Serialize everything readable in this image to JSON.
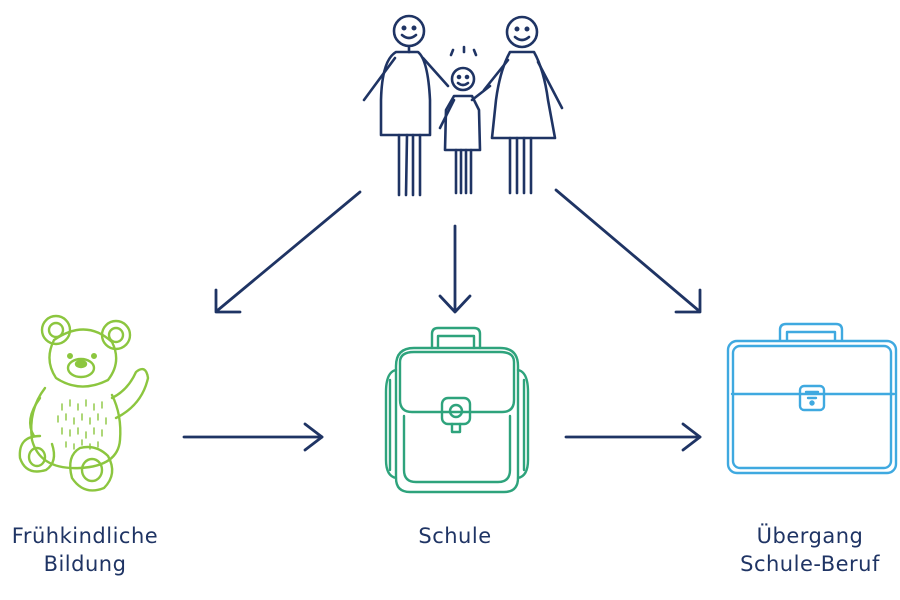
{
  "colors": {
    "navy": "#1f3464",
    "bear_green": "#8cc63f",
    "satchel_teal": "#2ea37c",
    "briefcase_blue": "#3fa9e0"
  },
  "icons": {
    "family": "family-icon",
    "teddy": "teddy-bear-icon",
    "satchel": "school-satchel-icon",
    "briefcase": "briefcase-icon"
  },
  "stages": [
    {
      "line1": "Frühkindliche",
      "line2": "Bildung"
    },
    {
      "line1": "Schule",
      "line2": ""
    },
    {
      "line1": "Übergang",
      "line2": "Schule-Beruf"
    }
  ]
}
